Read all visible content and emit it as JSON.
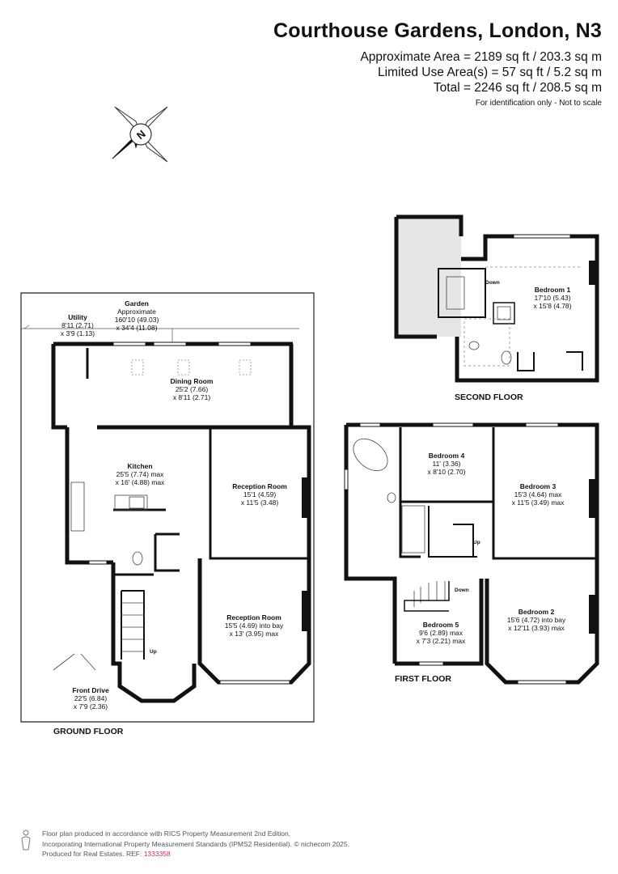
{
  "header": {
    "title": "Courthouse Gardens, London, N3",
    "approx_area": "Approximate Area = 2189 sq ft / 203.3 sq m",
    "limited_use": "Limited Use Area(s) = 57 sq ft / 5.2 sq m",
    "total": "Total = 2246 sq ft / 208.5 sq m",
    "identification": "For identification only - Not to scale"
  },
  "compass": {
    "letter": "N"
  },
  "floors": {
    "ground": "GROUND FLOOR",
    "first": "FIRST FLOOR",
    "second": "SECOND FLOOR"
  },
  "rooms": {
    "garden": {
      "name": "Garden",
      "line1": "Approximate",
      "line2": "160'10 (49.03)",
      "line3": "x 34'4 (11.08)"
    },
    "utility": {
      "name": "Utility",
      "line1": "8'11 (2.71)",
      "line2": "x 3'9 (1.13)"
    },
    "dining": {
      "name": "Dining Room",
      "line1": "25'2 (7.66)",
      "line2": "x 8'11 (2.71)"
    },
    "kitchen": {
      "name": "Kitchen",
      "line1": "25'5 (7.74) max",
      "line2": "x 16' (4.88) max"
    },
    "reception1": {
      "name": "Reception Room",
      "line1": "15'1 (4.59)",
      "line2": "x 11'5 (3.48)"
    },
    "reception2": {
      "name": "Reception Room",
      "line1": "15'5 (4.69) into bay",
      "line2": "x 13' (3.95) max"
    },
    "front_drive": {
      "name": "Front Drive",
      "line1": "22'5 (6.84)",
      "line2": "x 7'9 (2.36)"
    },
    "bedroom1": {
      "name": "Bedroom 1",
      "line1": "17'10 (5.43)",
      "line2": "x 15'8 (4.78)"
    },
    "bedroom2": {
      "name": "Bedroom 2",
      "line1": "15'6 (4.72) into bay",
      "line2": "x 12'11 (3.93) max"
    },
    "bedroom3": {
      "name": "Bedroom 3",
      "line1": "15'3 (4.64) max",
      "line2": "x 11'5 (3.49) max"
    },
    "bedroom4": {
      "name": "Bedroom 4",
      "line1": "11' (3.36)",
      "line2": "x 8'10 (2.70)"
    },
    "bedroom5": {
      "name": "Bedroom 5",
      "line1": "9'6 (2.89) max",
      "line2": "x 7'3 (2.21) max"
    }
  },
  "stair_labels": {
    "up": "Up",
    "down": "Down"
  },
  "footer": {
    "line1": "Floor plan produced in accordance with RICS Property Measurement 2nd Edition,",
    "line2": "Incorporating International Property Measurement Standards (IPMS2 Residential).  © nichecom 2025.",
    "line3_prefix": "Produced for Real Estates.   REF:",
    "ref": "1333358"
  },
  "colors": {
    "wall": "#111111",
    "thin": "#444444",
    "limited_use": "#e6e6e6",
    "ref": "#c0306b"
  }
}
